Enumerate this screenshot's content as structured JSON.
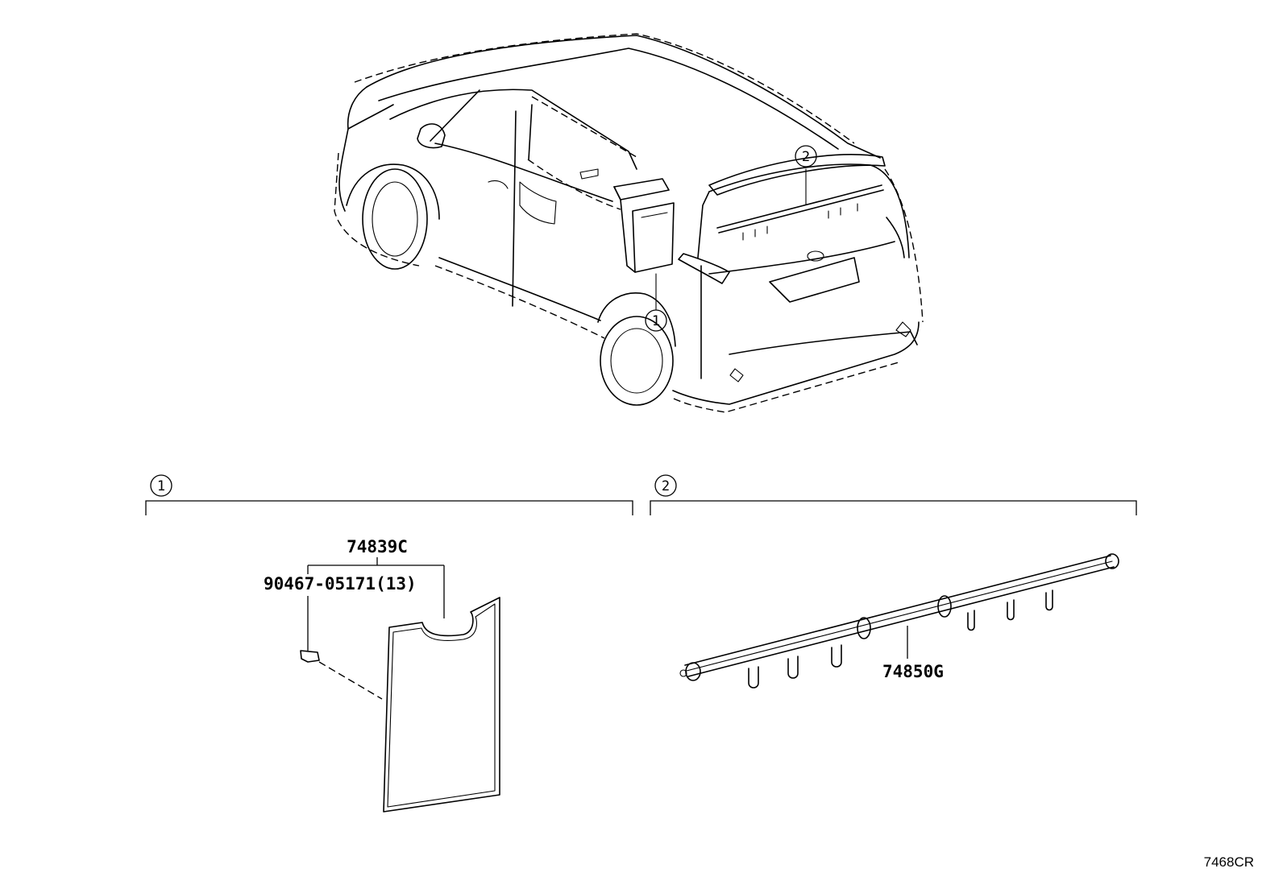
{
  "callouts": {
    "one": "1",
    "two": "2"
  },
  "parts": {
    "cover_assy": "74839C",
    "clip": "90467-05171(13)",
    "rail": "74850G"
  },
  "diagram_code": "7468CR"
}
